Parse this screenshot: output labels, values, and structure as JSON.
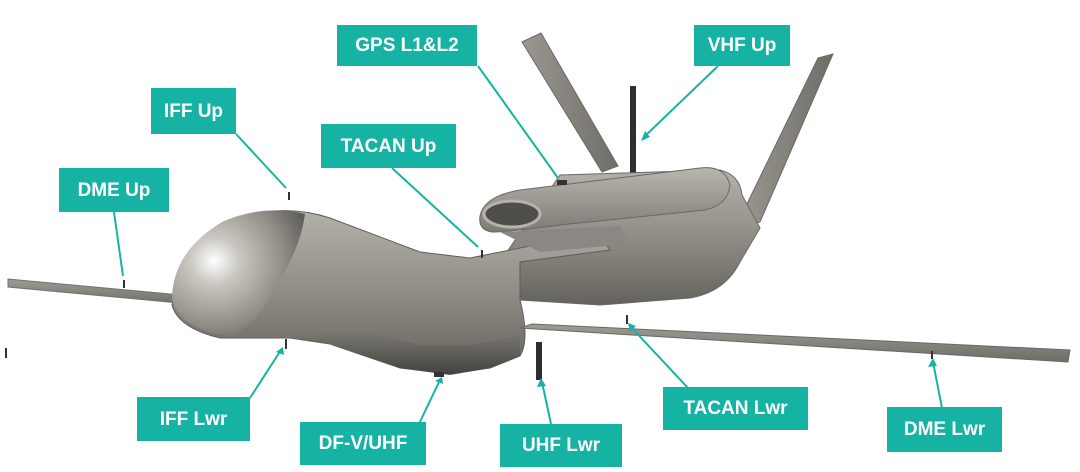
{
  "antennas": {
    "gps": "GPS L1&L2",
    "vhf_up": "VHF Up",
    "iff_up": "IFF Up",
    "tacan_up": "TACAN Up",
    "dme_up": "DME Up",
    "iff_lwr": "IFF Lwr",
    "df_vuhf": "DF-V/UHF",
    "uhf_lwr": "UHF Lwr",
    "tacan_lwr": "TACAN  Lwr",
    "dme_lwr": "DME Lwr"
  },
  "colors": {
    "label_bg": "#16b3a5",
    "label_text": "#ffffff",
    "leader_line": "#16b3a5",
    "body": "#8c8a84",
    "antenna_mast": "#2e2e2e"
  }
}
